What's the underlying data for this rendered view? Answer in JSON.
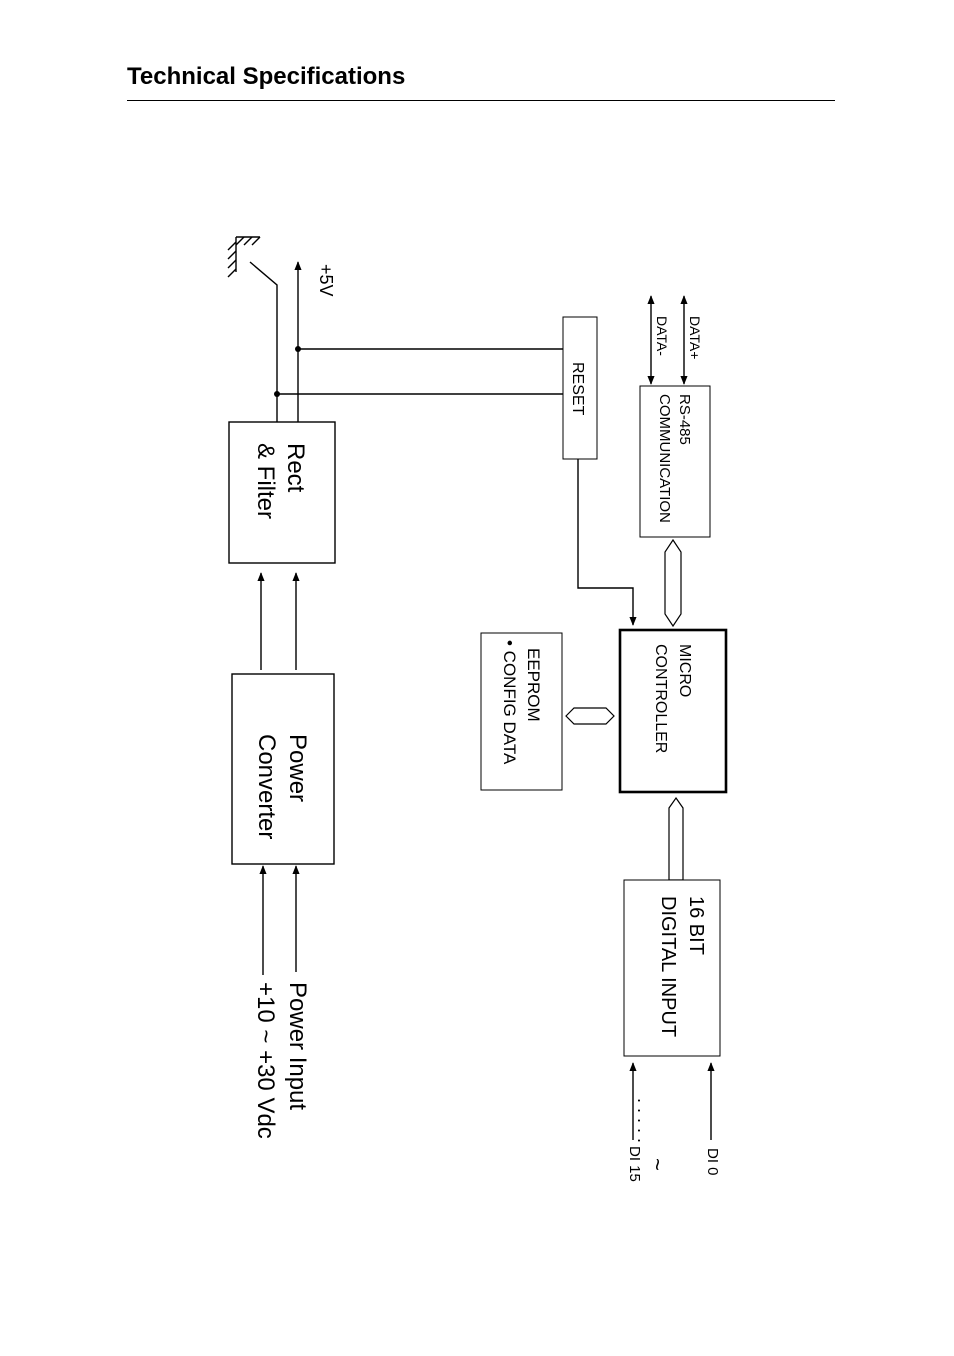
{
  "header": {
    "title": "Technical Specifications"
  },
  "diagram": {
    "blocks": {
      "rect_filter": [
        "Rect",
        "& Filter"
      ],
      "power_converter": [
        "Power",
        "Converter"
      ],
      "reset": "RESET",
      "rs485": [
        "RS-485",
        "COMMUNICATION"
      ],
      "micro": [
        "MICRO",
        "CONTROLLER"
      ],
      "eeprom": [
        "EEPROM",
        "• CONFIG DATA"
      ],
      "digital_input": [
        "16 BIT",
        "DIGITAL INPUT"
      ]
    },
    "labels": {
      "plus5v": "+5V",
      "data_plus": "DATA+",
      "data_minus": "DATA-",
      "power_input": "Power Input",
      "voltage_range": "+10 ~ +30 Vdc",
      "di0": "DI 0",
      "di15": "DI 15",
      "dots": ". . . . .",
      "tilde": "~"
    }
  }
}
